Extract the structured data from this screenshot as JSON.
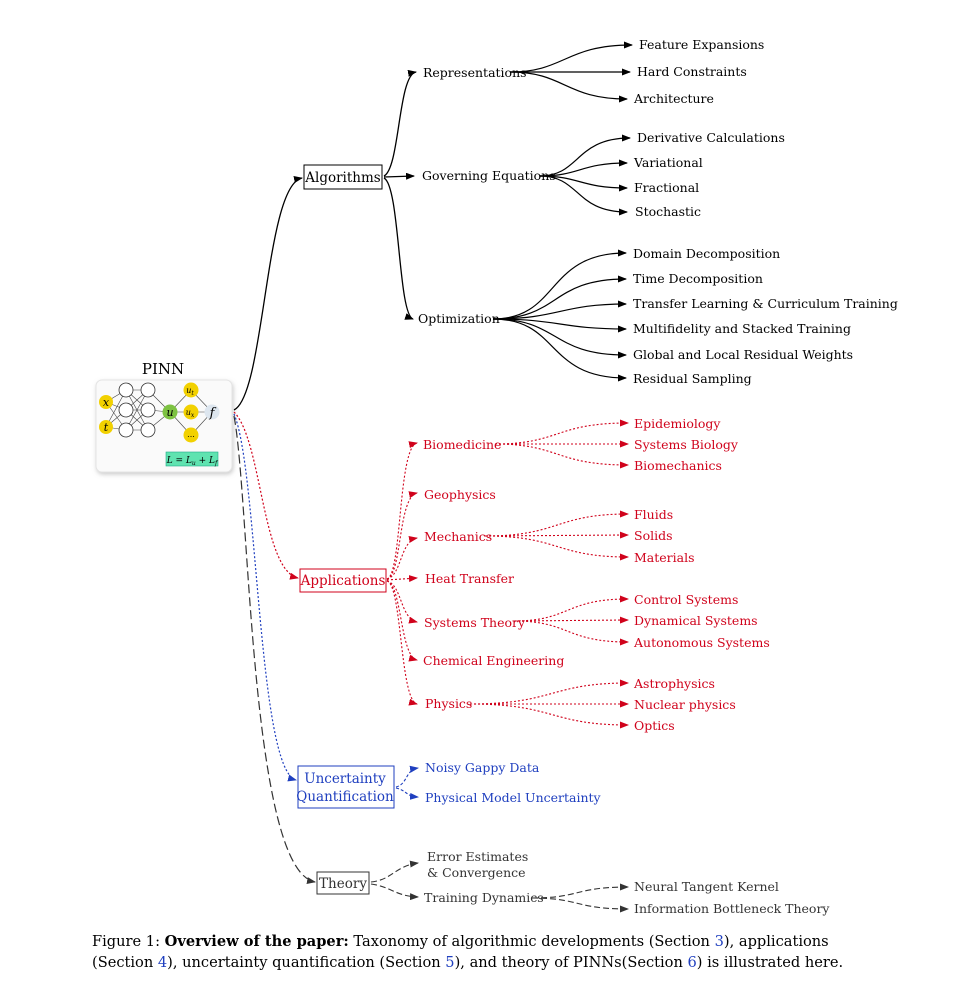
{
  "pinn": {
    "title": "PINN",
    "inputs": [
      "x",
      "t"
    ],
    "hidden_output": "u",
    "derivatives": [
      "u",
      "u",
      "..."
    ],
    "derivative_subscripts": [
      "t",
      "x",
      ""
    ],
    "residual": "f",
    "loss": "L = L",
    "loss_sub_u": "u",
    "loss_sub_f": "f"
  },
  "categories": {
    "algorithms": "Algorithms",
    "applications": "Applications",
    "uq_line1": "Uncertainty",
    "uq_line2": "Quantification",
    "theory": "Theory"
  },
  "algorithms": {
    "representations": {
      "label": "Representations",
      "items": [
        "Feature Expansions",
        "Hard Constraints",
        "Architecture"
      ]
    },
    "governing": {
      "label": "Governing Equations",
      "items": [
        "Derivative Calculations",
        "Variational",
        "Fractional",
        "Stochastic"
      ]
    },
    "optimization": {
      "label": "Optimization",
      "items": [
        "Domain Decomposition",
        "Time Decomposition",
        "Transfer Learning & Curriculum Training",
        "Multifidelity and Stacked Training",
        "Global and Local Residual Weights",
        "Residual Sampling"
      ]
    }
  },
  "applications": {
    "biomedicine": {
      "label": "Biomedicine",
      "items": [
        "Epidemiology",
        "Systems Biology",
        "Biomechanics"
      ]
    },
    "geophysics": {
      "label": "Geophysics"
    },
    "mechanics": {
      "label": "Mechanics",
      "items": [
        "Fluids",
        "Solids",
        "Materials"
      ]
    },
    "heat": {
      "label": "Heat Transfer"
    },
    "systems": {
      "label": "Systems Theory",
      "items": [
        "Control Systems",
        "Dynamical Systems",
        "Autonomous Systems"
      ]
    },
    "chemical": {
      "label": "Chemical Engineering"
    },
    "physics": {
      "label": "Physics",
      "items": [
        "Astrophysics",
        "Nuclear physics",
        "Optics"
      ]
    }
  },
  "uq": {
    "items": [
      "Noisy Gappy Data",
      "Physical Model Uncertainty"
    ]
  },
  "theory": {
    "error_line1": "Error Estimates",
    "error_line2": "& Convergence",
    "training": {
      "label": "Training Dynamics",
      "items": [
        "Neural Tangent Kernel",
        "Information Bottleneck Theory"
      ]
    }
  },
  "caption": {
    "prefix": "Figure 1: ",
    "bold": "Overview of the paper:",
    "t1": " Taxonomy of algorithmic developments (Section ",
    "r1": "3",
    "t2": "), applications (Section ",
    "r2": "4",
    "t3": "), uncertainty quantification (Section ",
    "r3": "5",
    "t4": "), and theory of PINNs(Section ",
    "r4": "6",
    "t5": ") is illustrated here."
  },
  "colors": {
    "algorithms": "#000000",
    "applications": "#d0021b",
    "uq": "#1f3fbf",
    "theory": "#333333",
    "node_yellow": "#f2d100",
    "node_green": "#7dc242",
    "loss_box": "#5fe3b0"
  }
}
